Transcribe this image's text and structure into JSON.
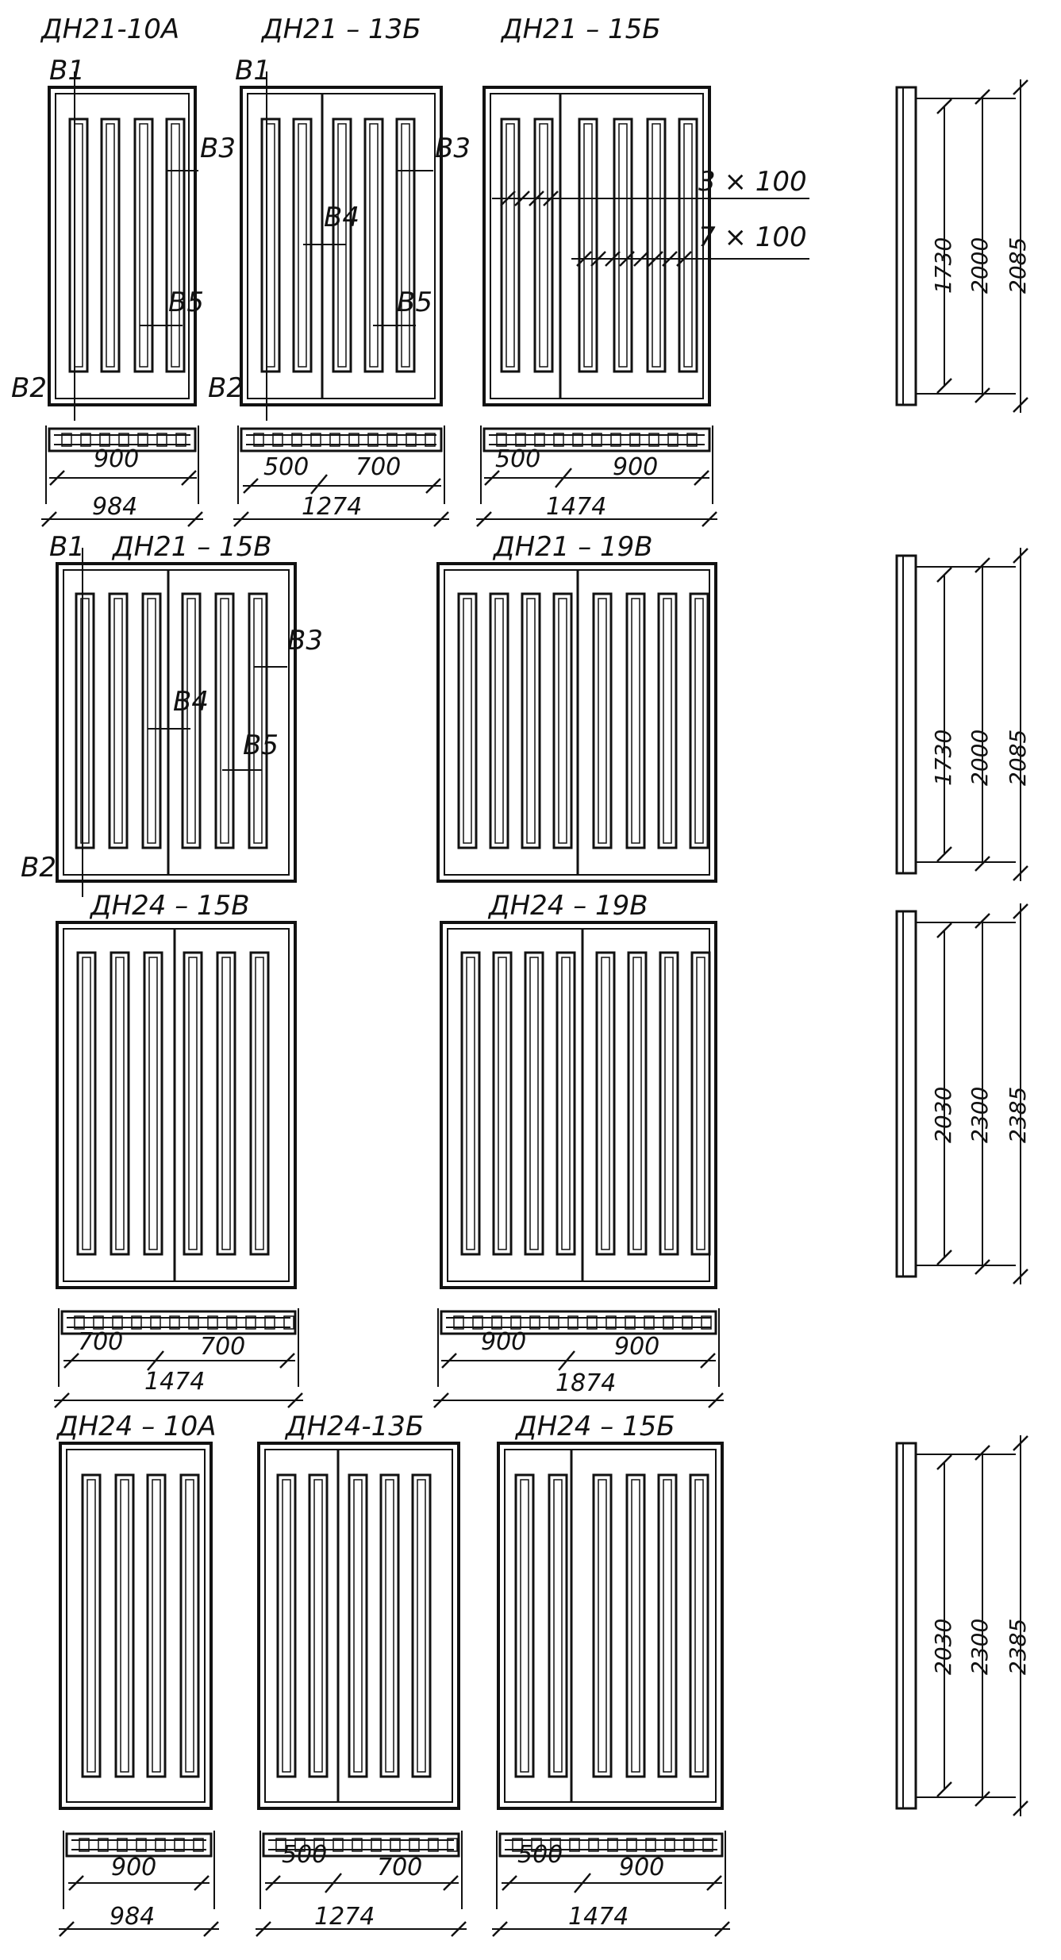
{
  "titles": {
    "dn21_10a": "ДН21-10А",
    "dn21_13b": "ДН21 – 13Б",
    "dn21_15b_single": "ДН21 – 15Б",
    "dn21_15v": "ДН21 – 15В",
    "dn21_19v": "ДН21 – 19В",
    "dn24_15v": "ДН24 – 15В",
    "dn24_19v": "ДН24 – 19В",
    "dn24_10a": "ДН24 – 10А",
    "dn24_13b": "ДН24-13Б",
    "dn24_15b": "ДН24 – 15Б"
  },
  "section_marks": {
    "b1": "В1",
    "b2": "В2",
    "b3": "В3",
    "b4": "В4",
    "b5": "В5"
  },
  "spacing": {
    "a": "3 × 100",
    "b": "7 × 100"
  },
  "plan_dims": {
    "w900": "900",
    "w984": "984",
    "w500": "500",
    "w700": "700",
    "w1274": "1274",
    "w1474": "1474",
    "w1874": "1874"
  },
  "height_dims": {
    "h1730": "1730",
    "h2000": "2000",
    "h2085": "2085",
    "h2030": "2030",
    "h2300": "2300",
    "h2385": "2385"
  },
  "colors": {
    "ink": "#111111",
    "paper": "#ffffff"
  }
}
